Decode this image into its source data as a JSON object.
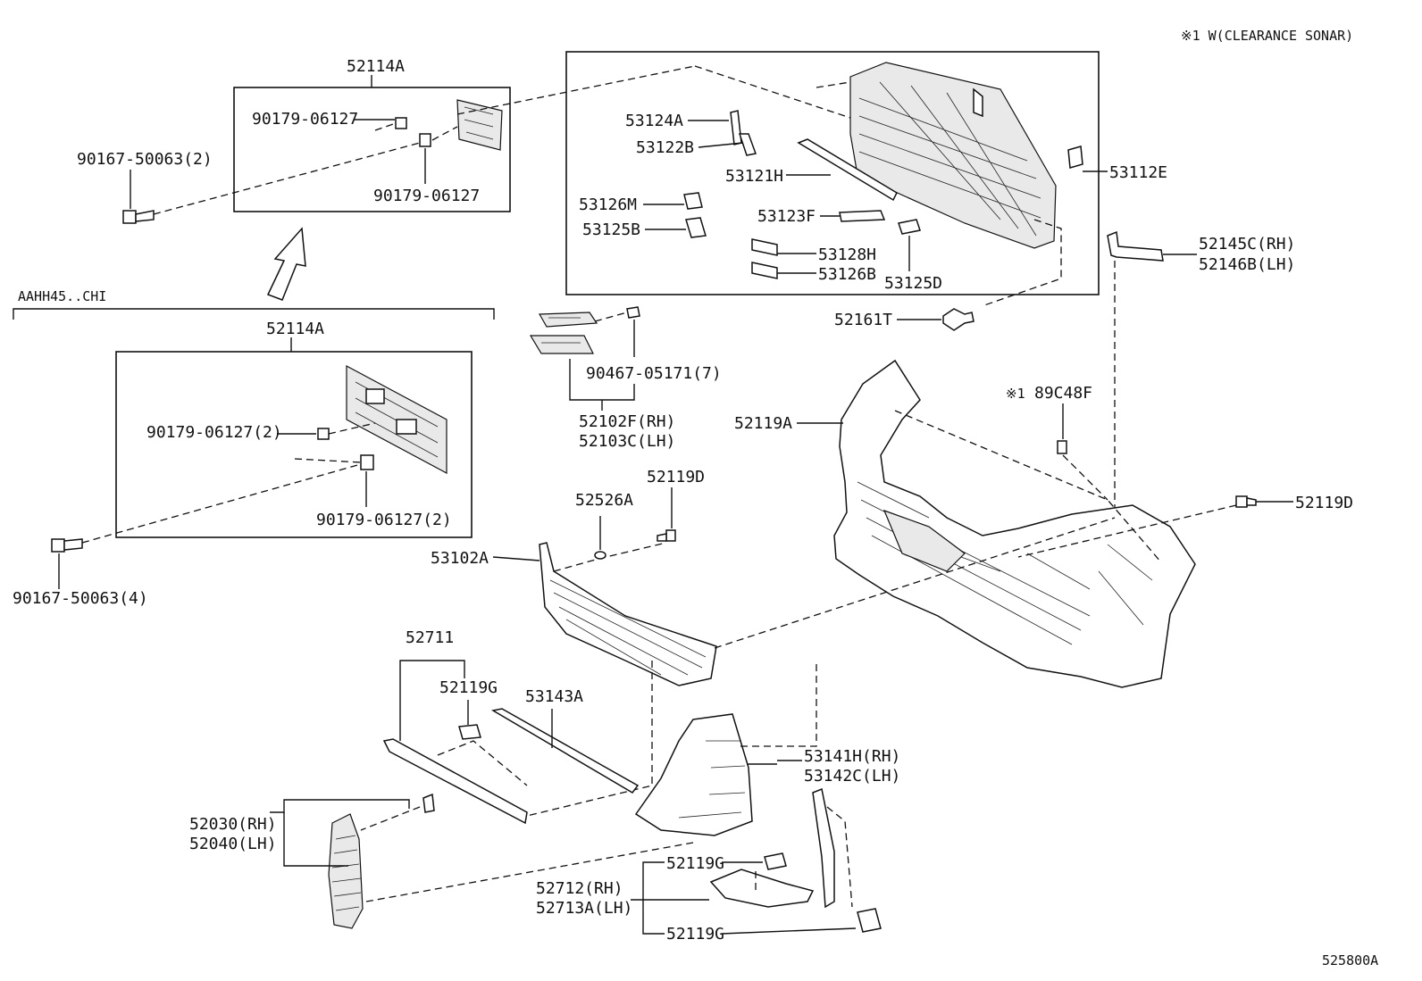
{
  "legend_note": "※1 W(CLEARANCE SONAR)",
  "diagram_code": "525800A",
  "variant_label": "AAHH45..CHI",
  "labels": {
    "l52114A_top": "52114A",
    "l90179_06127_a": "90179-06127",
    "l90179_06127_b": "90179-06127",
    "l90167_50063_2": "90167-50063(2)",
    "l52114A_mid": "52114A",
    "l90179_06127_2a": "90179-06127(2)",
    "l90179_06127_2b": "90179-06127(2)",
    "l90167_50063_4": "90167-50063(4)",
    "l53124A": "53124A",
    "l53122B": "53122B",
    "l53121H": "53121H",
    "l53112E": "53112E",
    "l53126M": "53126M",
    "l53125B": "53125B",
    "l53123F": "53123F",
    "l53128H": "53128H",
    "l53126B": "53126B",
    "l53125D": "53125D",
    "l52145C": "52145C(RH)",
    "l52146B": "52146B(LH)",
    "l52161T": "52161T",
    "l90467_05171": "90467-05171(7)",
    "l52102F": "52102F(RH)",
    "l52103C": "52103C(LH)",
    "l89C48F_mark": "※1",
    "l89C48F": "89C48F",
    "l52119A": "52119A",
    "l52119D_a": "52119D",
    "l52526A": "52526A",
    "l53102A": "53102A",
    "l52119D_b": "52119D",
    "l52711": "52711",
    "l52119G_a": "52119G",
    "l53143A": "53143A",
    "l53141H": "53141H(RH)",
    "l53142C": "53142C(LH)",
    "l52030": "52030(RH)",
    "l52040": "52040(LH)",
    "l52119G_b": "52119G",
    "l52712": "52712(RH)",
    "l52713A": "52713A(LH)",
    "l52119G_c": "52119G"
  }
}
